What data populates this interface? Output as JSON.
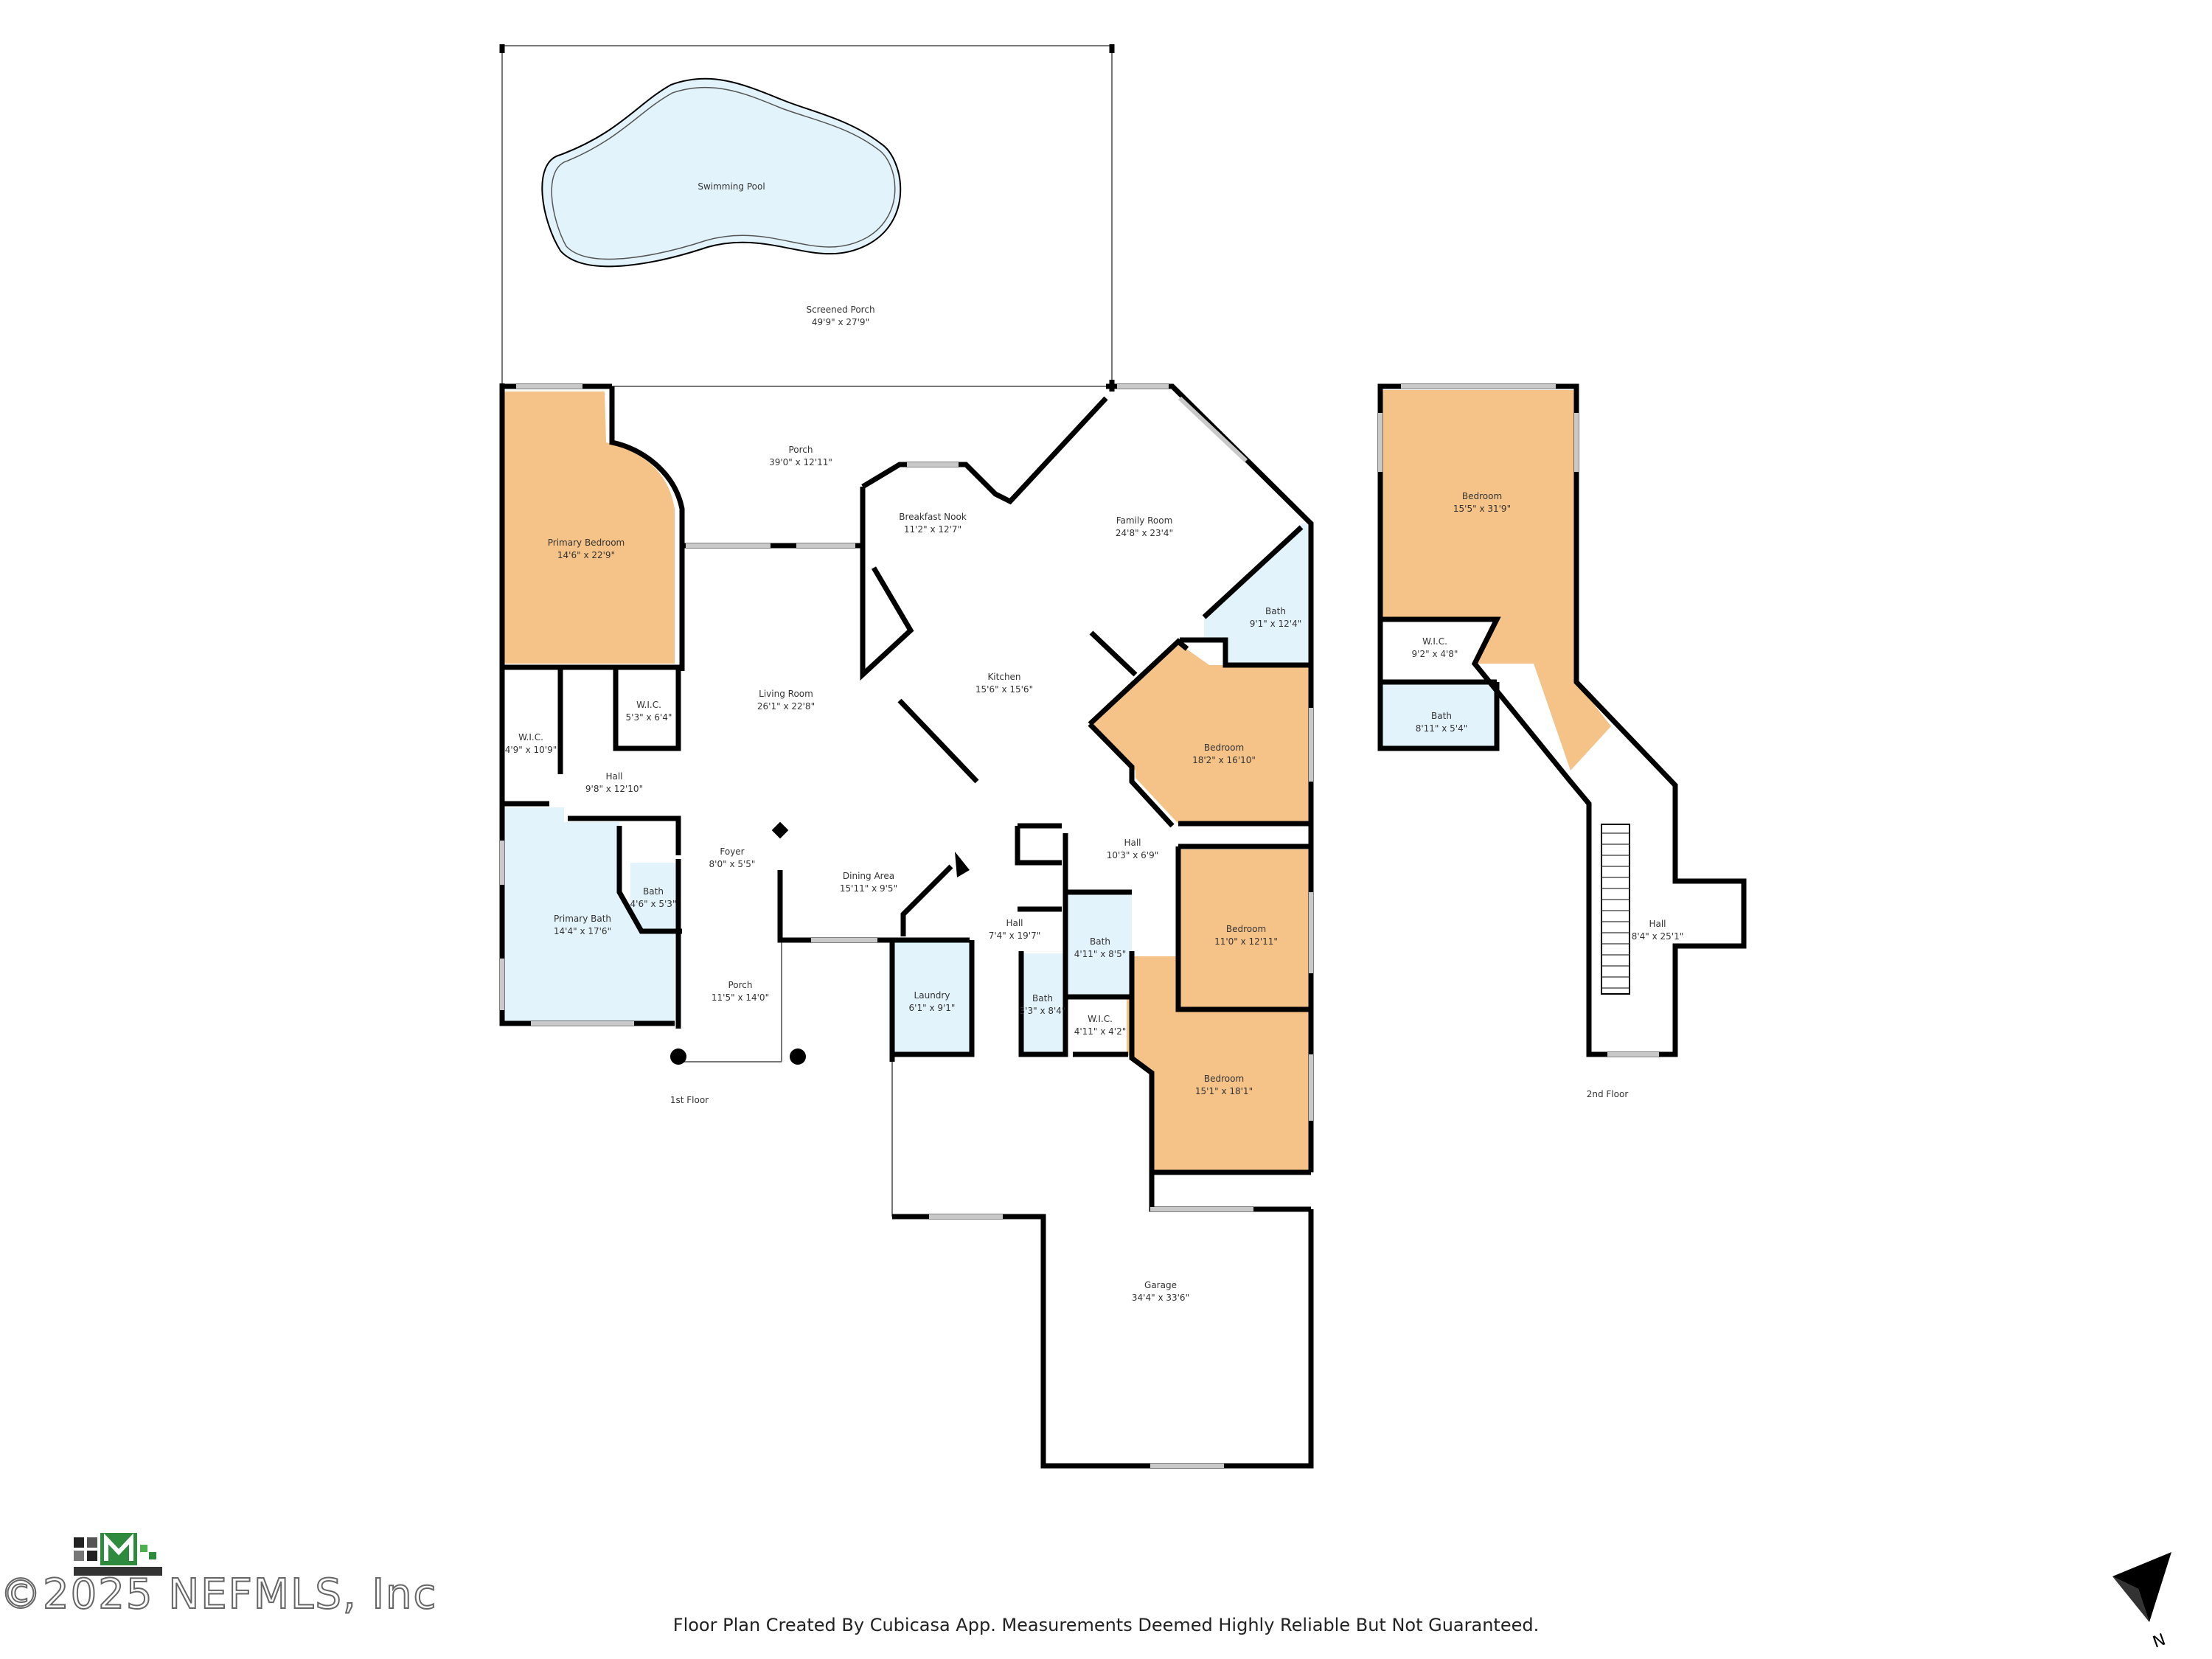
{
  "floors": [
    {
      "label": "1st Floor",
      "rooms": [
        {
          "name": "Swimming Pool",
          "dims": ""
        },
        {
          "name": "Screened Porch",
          "dims": "49'9\" x 27'9\""
        },
        {
          "name": "Porch",
          "dims": "39'0\" x 12'11\""
        },
        {
          "name": "Primary Bedroom",
          "dims": "14'6\" x 22'9\""
        },
        {
          "name": "Breakfast Nook",
          "dims": "11'2\" x 12'7\""
        },
        {
          "name": "Family Room",
          "dims": "24'8\" x 23'4\""
        },
        {
          "name": "Bath",
          "dims": "9'1\" x 12'4\""
        },
        {
          "name": "Living Room",
          "dims": "26'1\" x 22'8\""
        },
        {
          "name": "Kitchen",
          "dims": "15'6\" x 15'6\""
        },
        {
          "name": "W.I.C.",
          "dims": "5'3\" x 6'4\""
        },
        {
          "name": "W.I.C.",
          "dims": "4'9\" x 10'9\""
        },
        {
          "name": "Hall",
          "dims": "9'8\" x 12'10\""
        },
        {
          "name": "Bedroom",
          "dims": "18'2\" x 16'10\""
        },
        {
          "name": "Foyer",
          "dims": "8'0\" x 5'5\""
        },
        {
          "name": "Dining Area",
          "dims": "15'11\" x 9'5\""
        },
        {
          "name": "Hall",
          "dims": "10'3\" x 6'9\""
        },
        {
          "name": "Bath",
          "dims": "4'6\" x 5'3\""
        },
        {
          "name": "Primary Bath",
          "dims": "14'4\" x 17'6\""
        },
        {
          "name": "Hall",
          "dims": "7'4\" x 19'7\""
        },
        {
          "name": "Bath",
          "dims": "4'11\" x 8'5\""
        },
        {
          "name": "Bedroom",
          "dims": "11'0\" x 12'11\""
        },
        {
          "name": "Laundry",
          "dims": "6'1\" x 9'1\""
        },
        {
          "name": "Porch",
          "dims": "11'5\" x 14'0\""
        },
        {
          "name": "Bath",
          "dims": "3'3\" x 8'4\""
        },
        {
          "name": "W.I.C.",
          "dims": "4'11\" x 4'2\""
        },
        {
          "name": "Bedroom",
          "dims": "15'1\" x 18'1\""
        },
        {
          "name": "Garage",
          "dims": "34'4\" x 33'6\""
        }
      ]
    },
    {
      "label": "2nd Floor",
      "rooms": [
        {
          "name": "Bedroom",
          "dims": "15'5\" x 31'9\""
        },
        {
          "name": "W.I.C.",
          "dims": "9'2\" x 4'8\""
        },
        {
          "name": "Bath",
          "dims": "8'11\" x 5'4\""
        },
        {
          "name": "Hall",
          "dims": "8'4\" x 25'1\""
        }
      ]
    }
  ],
  "colors": {
    "bedroom_fill": "#f5c388",
    "wet_fill": "#e3f3fc",
    "pool_fill": "#e3f3fc",
    "wall": "#000000",
    "window": "#c9c9c9"
  },
  "compass": {
    "letter": "N",
    "icon": "north-arrow-icon"
  },
  "logo": {
    "icon": "logo-icon"
  },
  "footer_note": "Floor Plan Created By Cubicasa App. Measurements Deemed Highly Reliable But Not Guaranteed.",
  "copyright": "©2025 NEFMLS, Inc"
}
